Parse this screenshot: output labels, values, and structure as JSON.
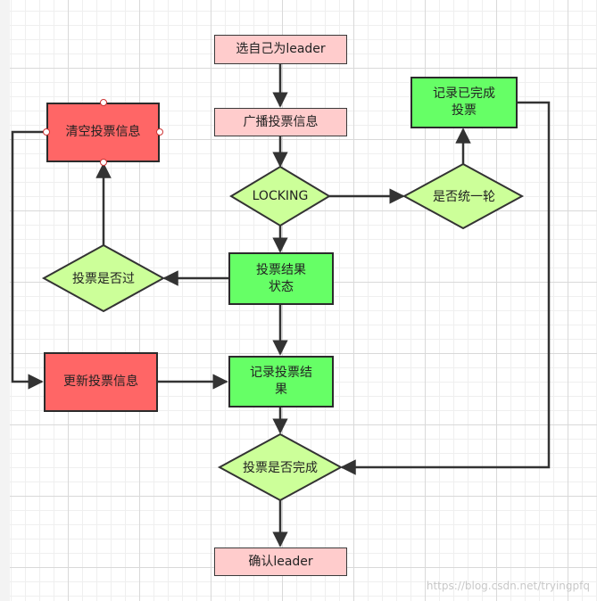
{
  "nodes": {
    "self_elect": "选自己为leader",
    "broadcast": "广播投票信息",
    "locking": "LOCKING",
    "is_round": "是否统一轮",
    "record_done": "记录已完成\n投票",
    "clear_info": "清空投票信息",
    "vote_outdated": "投票是否过",
    "result_state": "投票结果\n状态",
    "update_info": "更新投票信息",
    "record_result": "记录投票结\n果",
    "vote_done": "投票是否完成",
    "confirm_leader": "确认leader"
  },
  "colors": {
    "start_fill": "#ffcccc",
    "decision_fill": "#ccff99",
    "process_green": "#66ff66",
    "process_red": "#ff6666",
    "line": "#333333"
  },
  "watermark": "https://blog.csdn.net/tryingpfq"
}
